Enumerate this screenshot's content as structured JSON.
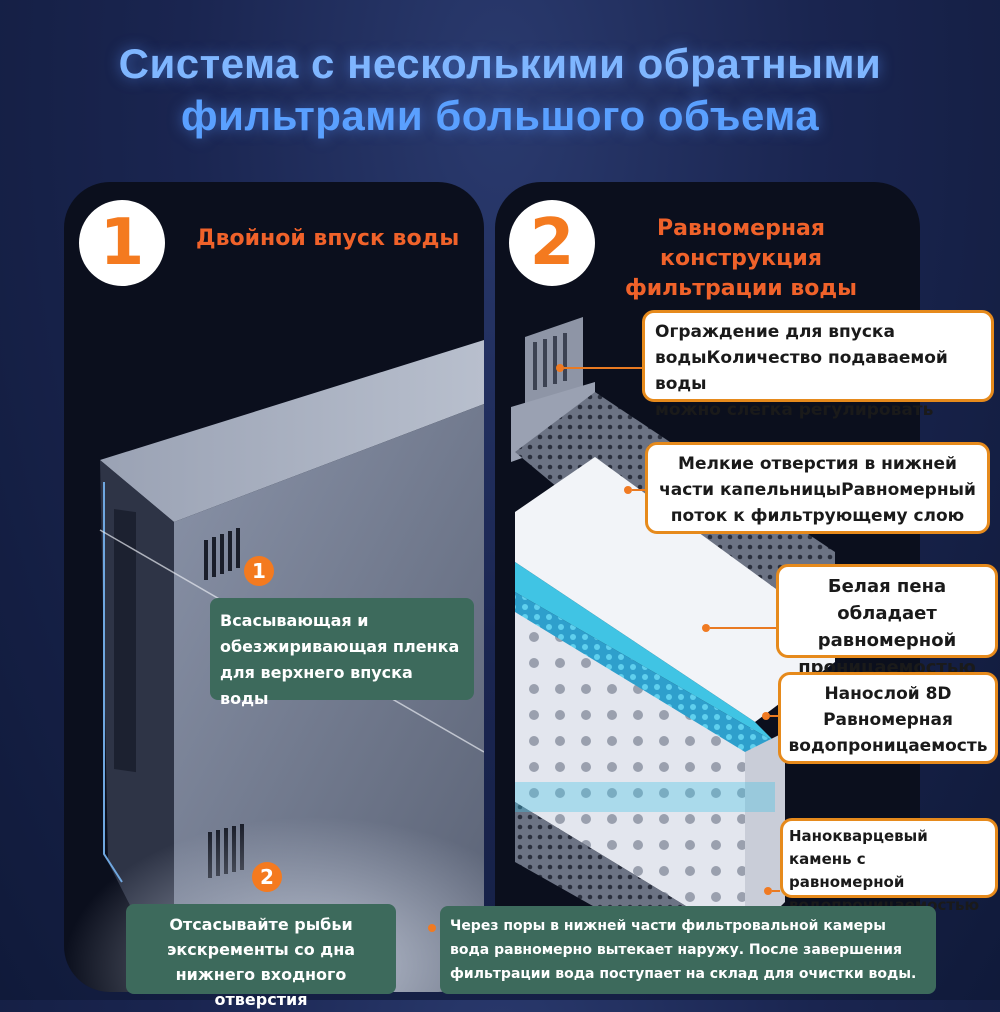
{
  "header": {
    "title_line1": "Система с несколькими обратными",
    "title_line2": "фильтрами большого объема"
  },
  "panel1": {
    "number": "1",
    "title": "Двойной впуск воды",
    "badge1": "1",
    "badge2": "2",
    "upper_note": [
      "Всасывающая и",
      "обезжиривающая пленка",
      "для верхнего впуска воды"
    ],
    "lower_note": [
      "Отсасывайте рыбьи",
      "экскременты со дна",
      "нижнего входного отверстия"
    ]
  },
  "panel2": {
    "number": "2",
    "title_line1": "Равномерная конструкция",
    "title_line2": "фильтрации воды",
    "callouts": [
      [
        "Ограждение для впуска",
        "водыКоличество подаваемой воды",
        "можно слегка регулировать"
      ],
      [
        "Мелкие отверстия в нижней",
        "части капельницыРавномерный",
        "поток к фильтрующему слою"
      ],
      [
        "Белая пена обладает",
        "равномерной",
        "проницаемостью"
      ],
      [
        "Нанослой 8D",
        "Равномерная",
        "водопроницаемость"
      ],
      [
        "Нанокварцевый камень с",
        "равномерной",
        "водопроницаемостью"
      ]
    ],
    "bottom_note": [
      "Через поры в нижней части фильтровальной камеры",
      "вода равномерно вытекает наружу. После завершения",
      "фильтрации вода поступает на склад для очистки воды."
    ]
  },
  "colors": {
    "accent_orange": "#f47a1f",
    "title_blue": "#6aa8ff",
    "green_box": "#3d6a5c",
    "foam_blue": "#38b6d6"
  }
}
